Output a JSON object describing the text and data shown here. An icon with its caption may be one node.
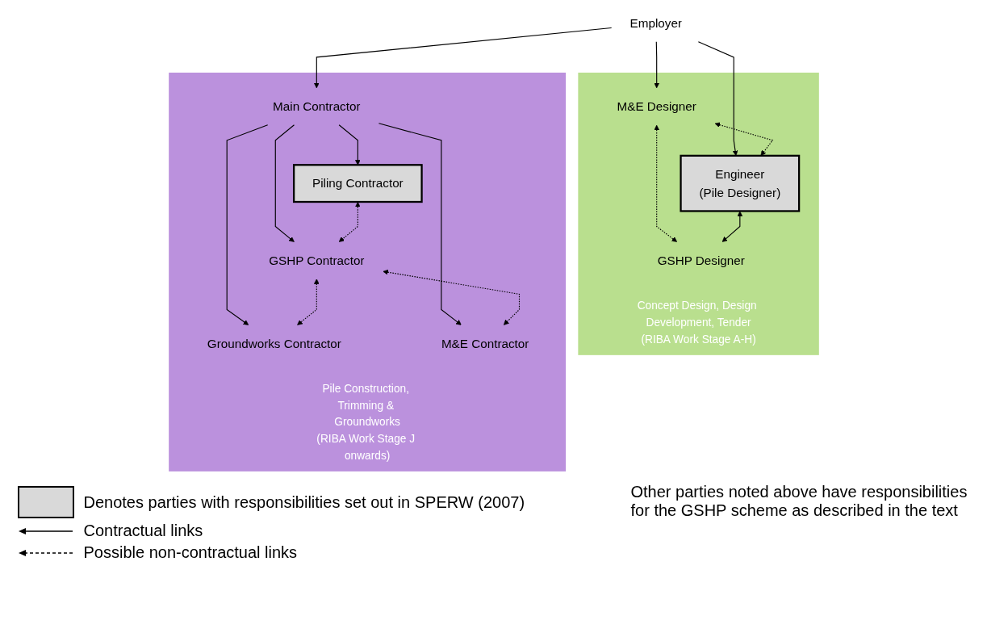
{
  "diagram": {
    "nodes": [
      {
        "text": [
          "Employer"
        ]
      },
      {
        "text": [
          "Concept Design, Design Development, Tender",
          "(RIBA Work Stage A-H)"
        ]
      },
      {
        "text": [
          "M&E Designer"
        ],
        "in": 1
      },
      {
        "text": [
          "Engineer",
          "(Pile Designer)"
        ],
        "in": 1
      },
      {
        "text": [
          "GSHP Designer"
        ],
        "in": 1
      },
      {
        "text": [
          "Pile Construction, Trimming & Groundworks",
          "(RIBA Work Stage J onwards)"
        ]
      },
      {
        "text": [
          "Main Contractor"
        ],
        "in": 5
      },
      {
        "text": [
          "Piling Contractor"
        ],
        "in": 5
      },
      {
        "text": [
          "GSHP Contractor"
        ],
        "in": 5
      },
      {
        "text": [
          "Groundworks Contractor"
        ],
        "in": 5
      },
      {
        "text": [
          "M&E Contractor"
        ],
        "in": 5
      }
    ],
    "edges": [
      {
        "from": 0,
        "to": 2,
        "arrow": "to"
      },
      {
        "from": 0,
        "to": 3,
        "arrow": "to"
      },
      {
        "from": 0,
        "to": 6,
        "arrow": "to"
      },
      {
        "from": 2,
        "to": 3,
        "arrow": "both",
        "style": "dashed"
      },
      {
        "from": 2,
        "to": 4,
        "arrow": "both",
        "style": "dashed"
      },
      {
        "from": 3,
        "to": 4,
        "arrow": "both"
      },
      {
        "from": 6,
        "to": 7,
        "arrow": "to"
      },
      {
        "from": 6,
        "to": 8,
        "arrow": "to"
      },
      {
        "from": 6,
        "to": 9,
        "arrow": "to"
      },
      {
        "from": 6,
        "to": 10,
        "arrow": "to"
      },
      {
        "from": 7,
        "to": 8,
        "arrow": "both",
        "style": "dashed"
      },
      {
        "from": 8,
        "to": 9,
        "arrow": "both",
        "style": "dashed"
      },
      {
        "from": 8,
        "to": 10,
        "arrow": "both",
        "style": "dashed"
      }
    ],
    "labels": [
      "Other parties noted above have responsibilities for the GSHP scheme as described in the text"
    ],
    "legend": [
      {
        "text": "Denotes parties with responsibilities set out in SPERW (2007)",
        "color": "#d9d9d9"
      },
      {
        "text": "Contractual links"
      },
      {
        "text": "Possible non-contractual links"
      }
    ]
  }
}
